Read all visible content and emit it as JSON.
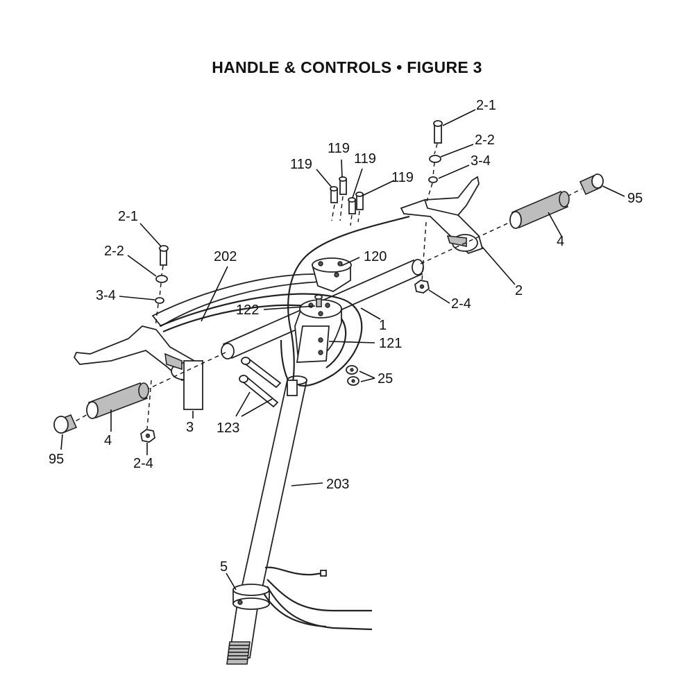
{
  "title": "HANDLE & CONTROLS  •  FIGURE 3",
  "labels": {
    "p2_1_right": "2-1",
    "p2_2_right": "2-2",
    "p3_4_right": "3-4",
    "p119_a": "119",
    "p119_b": "119",
    "p119_c": "119",
    "p119_d": "119",
    "p95_right": "95",
    "p4_right": "4",
    "p2": "2",
    "p2_4_right": "2-4",
    "p120": "120",
    "p202": "202",
    "p2_1_left": "2-1",
    "p2_2_left": "2-2",
    "p3_4_left": "3-4",
    "p122": "122",
    "p1": "1",
    "p121": "121",
    "p25": "25",
    "p123": "123",
    "p3": "3",
    "p4_left": "4",
    "p95_left": "95",
    "p2_4_left": "2-4",
    "p203": "203",
    "p5": "5"
  }
}
